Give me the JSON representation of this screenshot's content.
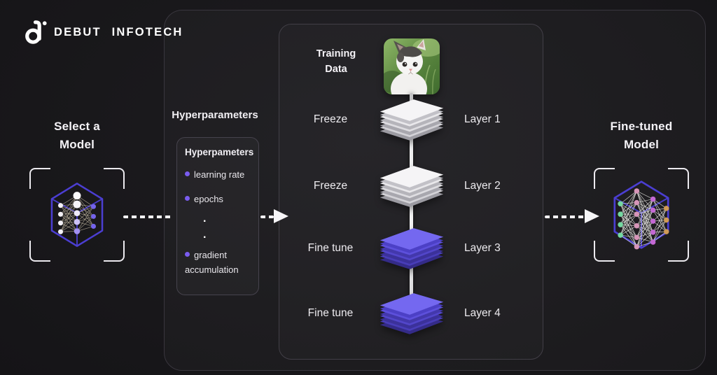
{
  "brand": {
    "name": "DEBUT INFOTECH"
  },
  "select_model": {
    "line1": "Select a",
    "line2": "Model"
  },
  "hyperparameters": {
    "heading": "Hyperparameters",
    "box_title": "Hyperpameters",
    "items": [
      {
        "bullet": true,
        "text": "learning rate"
      },
      {
        "bullet": true,
        "text": "epochs"
      },
      {
        "bullet": false,
        "text": "·"
      },
      {
        "bullet": false,
        "text": "·"
      },
      {
        "bullet": true,
        "text": "gradient accumulation"
      }
    ]
  },
  "training_data": {
    "line1": "Training",
    "line2": "Data",
    "image": "kitten-photo"
  },
  "layers": [
    {
      "action": "Freeze",
      "name": "Layer 1",
      "type": "frozen"
    },
    {
      "action": "Freeze",
      "name": "Layer 2",
      "type": "frozen"
    },
    {
      "action": "Fine tune",
      "name": "Layer 3",
      "type": "finetune"
    },
    {
      "action": "Fine tune",
      "name": "Layer 4",
      "type": "finetune"
    }
  ],
  "finetuned_model": {
    "line1": "Fine-tuned",
    "line2": "Model"
  },
  "icons": {
    "logo": "debut-infotech-logo-icon",
    "base_model": "neural-cube-icon",
    "finetuned_model": "finetuned-neural-cube-icon",
    "flow": "dashed-arrow-icon",
    "frozen_layer": "white-layer-stack-icon",
    "finetune_layer": "purple-layer-stack-icon"
  },
  "colors": {
    "background": "#19181b",
    "panel_border": "#39363e",
    "accent_indigo": "#4b3ed2",
    "frozen_layer": "#e9e8eb",
    "finetune_layer": "#5b4eda",
    "bullet": "#7a5cf0",
    "text": "#f2f0f4",
    "node_green": "#74d9a1",
    "node_pink": "#d795b8",
    "node_magenta": "#c468d4",
    "node_orange": "#cf9a55"
  }
}
